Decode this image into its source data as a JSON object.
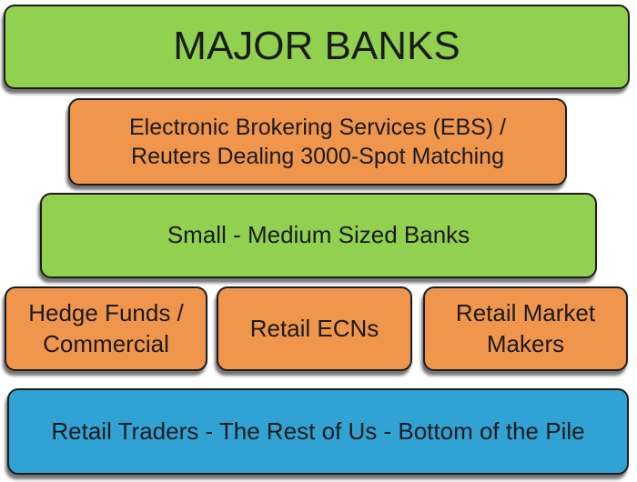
{
  "colors": {
    "green": "#92D050",
    "orange": "#F0964C",
    "blue": "#31A2D4",
    "border": "#1C1C1C",
    "text": "#1A1A1A",
    "background": "#FFFFFF"
  },
  "boxes": [
    {
      "name": "major-banks",
      "variant": "green",
      "text": "MAJOR BANKS"
    },
    {
      "name": "ebs-reuters",
      "variant": "orange",
      "text": "Electronic Brokering Services (EBS) /\nReuters Dealing 3000-Spot Matching"
    },
    {
      "name": "small-medium-banks",
      "variant": "green",
      "text": "Small - Medium Sized Banks"
    },
    {
      "name": "hedge-funds-commercial",
      "variant": "orange",
      "text": "Hedge Funds /\nCommercial"
    },
    {
      "name": "retail-ecns",
      "variant": "orange",
      "text": "Retail ECNs"
    },
    {
      "name": "retail-market-makers",
      "variant": "orange",
      "text": "Retail Market\nMakers"
    },
    {
      "name": "retail-traders",
      "variant": "blue",
      "text": "Retail Traders - The Rest of Us - Bottom of the Pile"
    }
  ]
}
